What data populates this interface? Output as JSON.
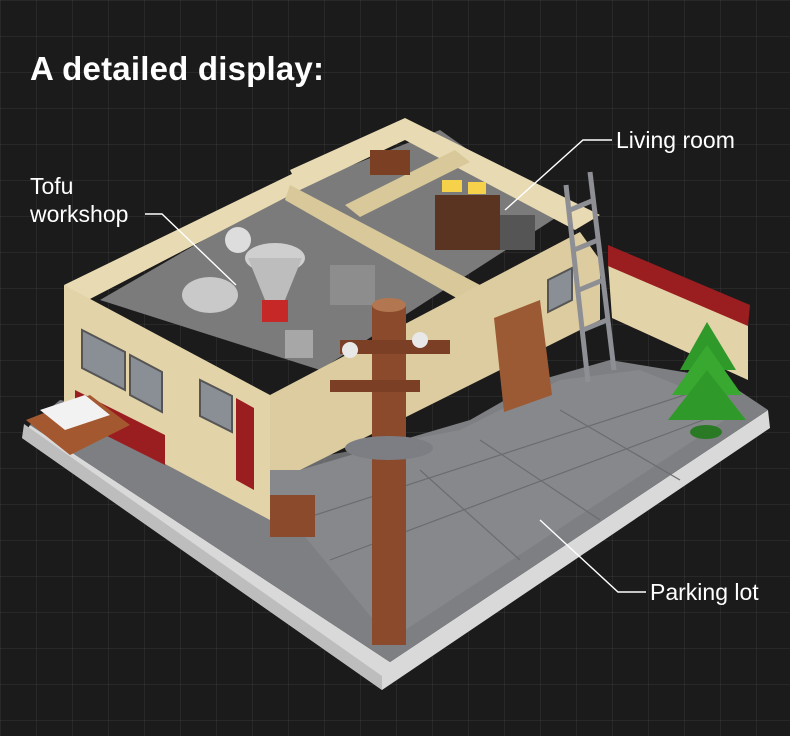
{
  "heading": "A detailed display:",
  "callouts": {
    "tofu_line1": "Tofu",
    "tofu_line2": "workshop",
    "living_room": "Living room",
    "parking_lot": "Parking lot"
  },
  "colors": {
    "background": "#1b1b1b",
    "wall_tan": "#e3d3a8",
    "brick_red": "#9a1d20",
    "asphalt": "#7d7e82",
    "pole_brown": "#8a4a2b",
    "tree_green": "#2f9a2a"
  }
}
